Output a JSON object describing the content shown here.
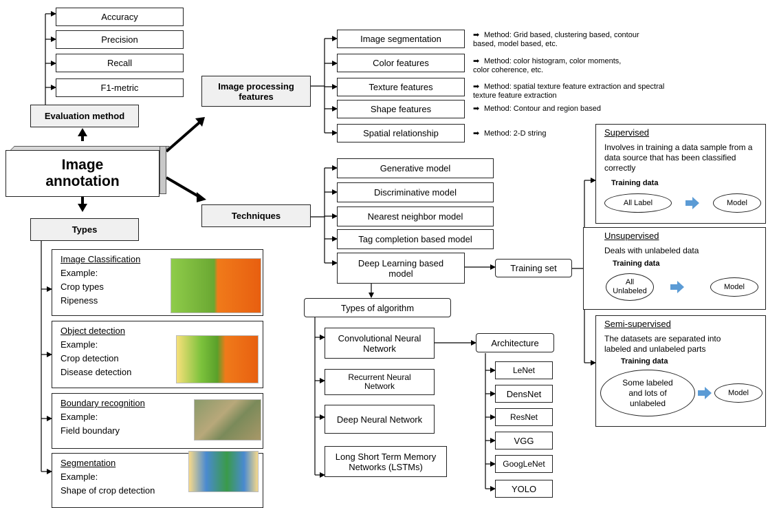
{
  "center": {
    "label": "Image annotation"
  },
  "evaluation": {
    "label": "Evaluation method",
    "items": [
      "Accuracy",
      "Precision",
      "Recall",
      "F1-metric"
    ]
  },
  "types": {
    "label": "Types",
    "cards": [
      {
        "title": "Image Classification",
        "lines": [
          "Example:",
          "Crop types",
          "Ripeness"
        ]
      },
      {
        "title": "Object detection",
        "lines": [
          "Example:",
          "Crop detection",
          "Disease detection"
        ]
      },
      {
        "title": "Boundary recognition",
        "lines": [
          "Example:",
          "Field boundary"
        ]
      },
      {
        "title": "Segmentation",
        "lines": [
          "Example:",
          "Shape of crop detection"
        ]
      }
    ]
  },
  "features": {
    "label": "Image processing features",
    "items": [
      {
        "name": "Image segmentation",
        "method": "Method: Grid based, clustering based, contour based, model based, etc."
      },
      {
        "name": "Color features",
        "method": "Method: color histogram, color moments, color coherence, etc."
      },
      {
        "name": "Texture features",
        "method": "Method: spatial texture feature extraction and spectral texture feature extraction"
      },
      {
        "name": "Shape features",
        "method": "Method: Contour and region based"
      },
      {
        "name": "Spatial relationship",
        "method": "Method: 2-D string"
      }
    ]
  },
  "techniques": {
    "label": "Techniques",
    "items": [
      "Generative model",
      "Discriminative model",
      "Nearest neighbor model",
      "Tag completion based model",
      "Deep Learning based model"
    ]
  },
  "training_set": {
    "label": "Training set"
  },
  "algorithms": {
    "label": "Types of algorithm",
    "items": [
      "Convolutional Neural Network",
      "Recurrent Neural Network",
      "Deep Neural Network",
      "Long Short Term Memory Networks (LSTMs)"
    ]
  },
  "architecture": {
    "label": "Architecture",
    "items": [
      "LeNet",
      "DensNet",
      "ResNet",
      "VGG",
      "GoogLeNet",
      "YOLO"
    ]
  },
  "learning": [
    {
      "title": "Supervised",
      "desc": "Involves in training a data sample from a data source that has been classified correctly",
      "training_label": "Training data",
      "input": "All Label",
      "output": "Model"
    },
    {
      "title": "Unsupervised",
      "desc": "Deals with unlabeled data",
      "training_label": "Training data",
      "input": "All Unlabeled",
      "output": "Model"
    },
    {
      "title": "Semi-supervised",
      "desc": "The datasets are separated into labeled and unlabeled parts",
      "training_label": "Training data",
      "input": "Some labeled and lots of unlabeled",
      "output": "Model"
    }
  ],
  "colors": {
    "box_fill": "#f0f0f0",
    "arrow_blue": "#5b9bd5",
    "line": "#000000"
  }
}
